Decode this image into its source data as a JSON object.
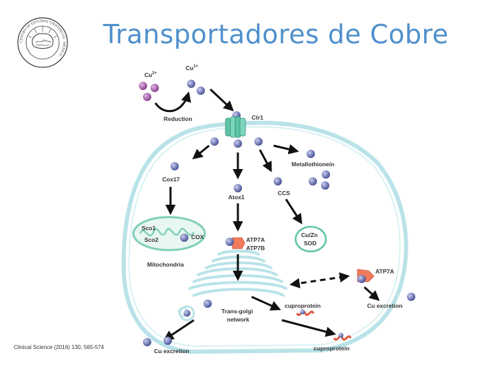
{
  "slide": {
    "title": "Transportadores de Cobre",
    "citation": "Clinical Science (2016) 130, 565-574",
    "logo": {
      "ring_text": "CENTRO DE ESTUDIOS CIENTIFICOS · MÉXICO ·",
      "description": "circular seal with brain drawing"
    }
  },
  "diagram": {
    "labels": {
      "cu2": "Cu",
      "cu2_sup": "2+",
      "cu1": "Cu",
      "cu1_sup": "1+",
      "reduction": "Reduction",
      "ctr1": "Ctr1",
      "metallothionein": "Metallothionein",
      "cox17": "Cox17",
      "atox1": "Atox1",
      "ccs": "CCS",
      "sco1": "Sco1",
      "sco2": "Sco2",
      "cox": "COX",
      "mitochondria": "Mitochondria",
      "atp7a": "ATP7A",
      "atp7b": "ATP7B",
      "cu_zn": "Cu/Zn",
      "sod": "SOD",
      "atp7a_membrane": "ATP7A",
      "trans_golgi_1": "Trans-golgi",
      "trans_golgi_2": "network",
      "cuproprotein_inner": "cuproprotein",
      "cu_excretion_right": "Cu excretion",
      "cu_excretion_bottom": "Cu excretion",
      "cuproprotein_outer": "cuproprotein"
    },
    "colors": {
      "copper_ion": "#6f7ab8",
      "cu2_ion": "#a65aa8",
      "cell_membrane": "#b9e3e8",
      "ctr1_channel": "#5ec4a6",
      "atp7_pump": "#f07a5a",
      "mitochondria": "#7fcfb6",
      "sod_outline": "#5ec4a6",
      "cuproprotein": "#e0553a",
      "arrow": "#111111",
      "title": "#4f90cc"
    }
  }
}
